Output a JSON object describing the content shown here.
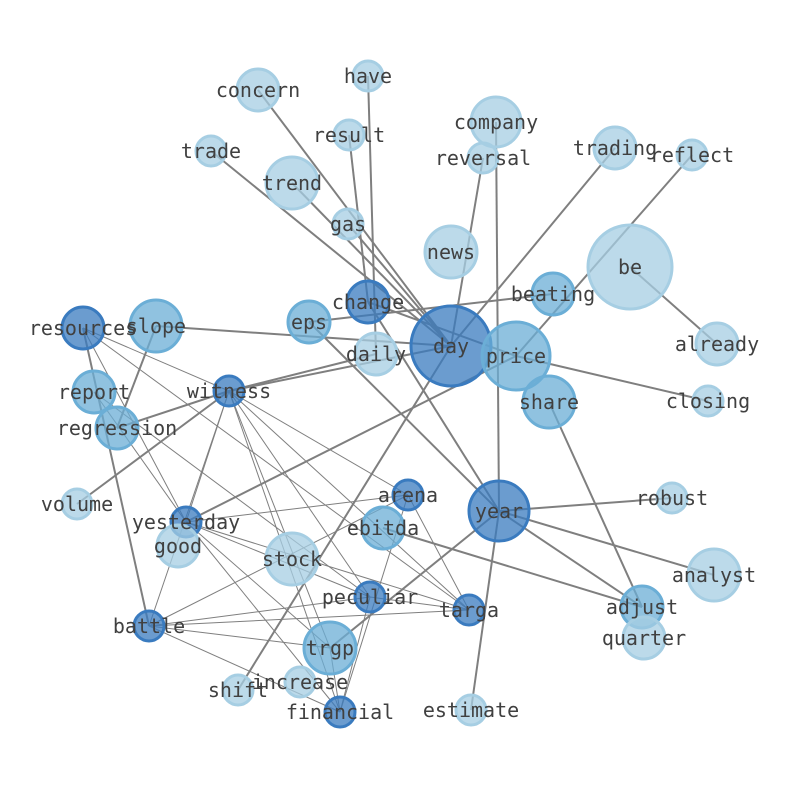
{
  "palette": {
    "light": "#a6cee3",
    "medium": "#6baed6",
    "dark": "#3a7bbf",
    "edge": "#7f7f7f",
    "label": "#404040"
  },
  "nodes": [
    {
      "id": "day",
      "label": "day",
      "shade": "dark"
    },
    {
      "id": "price",
      "label": "price",
      "shade": "medium"
    },
    {
      "id": "year",
      "label": "year",
      "shade": "dark"
    },
    {
      "id": "be",
      "label": "be",
      "shade": "light"
    },
    {
      "id": "news",
      "label": "news",
      "shade": "light"
    },
    {
      "id": "company",
      "label": "company",
      "shade": "light"
    },
    {
      "id": "trend",
      "label": "trend",
      "shade": "light"
    },
    {
      "id": "concern",
      "label": "concern",
      "shade": "light"
    },
    {
      "id": "have",
      "label": "have",
      "shade": "light"
    },
    {
      "id": "result",
      "label": "result",
      "shade": "light"
    },
    {
      "id": "trade",
      "label": "trade",
      "shade": "light"
    },
    {
      "id": "reversal",
      "label": "reversal",
      "shade": "light"
    },
    {
      "id": "trading",
      "label": "trading",
      "shade": "light"
    },
    {
      "id": "reflect",
      "label": "reflect",
      "shade": "light"
    },
    {
      "id": "gas",
      "label": "gas",
      "shade": "light"
    },
    {
      "id": "change",
      "label": "change",
      "shade": "dark"
    },
    {
      "id": "eps",
      "label": "eps",
      "shade": "medium"
    },
    {
      "id": "daily",
      "label": "daily",
      "shade": "light"
    },
    {
      "id": "beating",
      "label": "beating",
      "shade": "medium"
    },
    {
      "id": "already",
      "label": "already",
      "shade": "light"
    },
    {
      "id": "closing",
      "label": "closing",
      "shade": "light"
    },
    {
      "id": "share",
      "label": "share",
      "shade": "medium"
    },
    {
      "id": "resources",
      "label": "resources",
      "shade": "dark"
    },
    {
      "id": "slope",
      "label": "slope",
      "shade": "medium"
    },
    {
      "id": "report",
      "label": "report",
      "shade": "medium"
    },
    {
      "id": "witness",
      "label": "witness",
      "shade": "dark"
    },
    {
      "id": "regression",
      "label": "regression",
      "shade": "medium"
    },
    {
      "id": "volume",
      "label": "volume",
      "shade": "light"
    },
    {
      "id": "arena",
      "label": "arena",
      "shade": "dark"
    },
    {
      "id": "robust",
      "label": "robust",
      "shade": "light"
    },
    {
      "id": "yesterday",
      "label": "yesterday",
      "shade": "dark"
    },
    {
      "id": "ebitda",
      "label": "ebitda",
      "shade": "medium"
    },
    {
      "id": "good",
      "label": "good",
      "shade": "light"
    },
    {
      "id": "stock",
      "label": "stock",
      "shade": "light"
    },
    {
      "id": "analyst",
      "label": "analyst",
      "shade": "light"
    },
    {
      "id": "peculiar",
      "label": "peculiar",
      "shade": "dark"
    },
    {
      "id": "targa",
      "label": "targa",
      "shade": "dark"
    },
    {
      "id": "adjust",
      "label": "adjust",
      "shade": "medium"
    },
    {
      "id": "battle",
      "label": "battle",
      "shade": "dark"
    },
    {
      "id": "quarter",
      "label": "quarter",
      "shade": "light"
    },
    {
      "id": "trgp",
      "label": "trgp",
      "shade": "medium"
    },
    {
      "id": "increase",
      "label": "increase",
      "shade": "light"
    },
    {
      "id": "shift",
      "label": "shift",
      "shade": "light"
    },
    {
      "id": "financial",
      "label": "financial",
      "shade": "dark"
    },
    {
      "id": "estimate",
      "label": "estimate",
      "shade": "light"
    }
  ],
  "edges": [
    {
      "source": "day",
      "target": "concern",
      "weight": "thick"
    },
    {
      "source": "day",
      "target": "trade",
      "weight": "thick"
    },
    {
      "source": "day",
      "target": "trend",
      "weight": "thick"
    },
    {
      "source": "day",
      "target": "gas",
      "weight": "thick"
    },
    {
      "source": "day",
      "target": "reversal",
      "weight": "thick"
    },
    {
      "source": "day",
      "target": "slope",
      "weight": "thick"
    },
    {
      "source": "day",
      "target": "witness",
      "weight": "thick"
    },
    {
      "source": "day",
      "target": "shift",
      "weight": "thick"
    },
    {
      "source": "day",
      "target": "trading",
      "weight": "thick"
    },
    {
      "source": "price",
      "target": "change",
      "weight": "thick"
    },
    {
      "source": "price",
      "target": "closing",
      "weight": "thick"
    },
    {
      "source": "price",
      "target": "reflect",
      "weight": "thick"
    },
    {
      "source": "price",
      "target": "yesterday",
      "weight": "thick"
    },
    {
      "source": "year",
      "target": "eps",
      "weight": "thick"
    },
    {
      "source": "year",
      "target": "change",
      "weight": "thick"
    },
    {
      "source": "year",
      "target": "company",
      "weight": "thick"
    },
    {
      "source": "year",
      "target": "robust",
      "weight": "thick"
    },
    {
      "source": "year",
      "target": "analyst",
      "weight": "thick"
    },
    {
      "source": "year",
      "target": "adjust",
      "weight": "thick"
    },
    {
      "source": "year",
      "target": "trgp",
      "weight": "thick"
    },
    {
      "source": "year",
      "target": "estimate",
      "weight": "thick"
    },
    {
      "source": "be",
      "target": "already",
      "weight": "thick"
    },
    {
      "source": "have",
      "target": "daily",
      "weight": "thick"
    },
    {
      "source": "result",
      "target": "change",
      "weight": "thick"
    },
    {
      "source": "beating",
      "target": "eps",
      "weight": "thick"
    },
    {
      "source": "share",
      "target": "adjust",
      "weight": "thick"
    },
    {
      "source": "ebitda",
      "target": "adjust",
      "weight": "thick"
    },
    {
      "source": "resources",
      "target": "battle",
      "weight": "thick"
    },
    {
      "source": "regression",
      "target": "witness",
      "weight": "thick"
    },
    {
      "source": "regression",
      "target": "slope",
      "weight": "thick"
    },
    {
      "source": "volume",
      "target": "witness",
      "weight": "thick"
    },
    {
      "source": "witness",
      "target": "daily",
      "weight": "thick"
    },
    {
      "source": "resources",
      "target": "witness",
      "weight": "thin"
    },
    {
      "source": "resources",
      "target": "yesterday",
      "weight": "thin"
    },
    {
      "source": "resources",
      "target": "targa",
      "weight": "thin"
    },
    {
      "source": "report",
      "target": "yesterday",
      "weight": "thin"
    },
    {
      "source": "report",
      "target": "peculiar",
      "weight": "thin"
    },
    {
      "source": "witness",
      "target": "yesterday",
      "weight": "thin"
    },
    {
      "source": "witness",
      "target": "arena",
      "weight": "thin"
    },
    {
      "source": "witness",
      "target": "peculiar",
      "weight": "thin"
    },
    {
      "source": "witness",
      "target": "targa",
      "weight": "thin"
    },
    {
      "source": "witness",
      "target": "trgp",
      "weight": "thin"
    },
    {
      "source": "witness",
      "target": "financial",
      "weight": "thin"
    },
    {
      "source": "witness",
      "target": "battle",
      "weight": "thin"
    },
    {
      "source": "yesterday",
      "target": "arena",
      "weight": "thin"
    },
    {
      "source": "yesterday",
      "target": "peculiar",
      "weight": "thin"
    },
    {
      "source": "yesterday",
      "target": "targa",
      "weight": "thin"
    },
    {
      "source": "yesterday",
      "target": "trgp",
      "weight": "thin"
    },
    {
      "source": "yesterday",
      "target": "financial",
      "weight": "thin"
    },
    {
      "source": "arena",
      "target": "battle",
      "weight": "thin"
    },
    {
      "source": "arena",
      "target": "financial",
      "weight": "thin"
    },
    {
      "source": "arena",
      "target": "targa",
      "weight": "thin"
    },
    {
      "source": "peculiar",
      "target": "battle",
      "weight": "thin"
    },
    {
      "source": "peculiar",
      "target": "targa",
      "weight": "thin"
    },
    {
      "source": "peculiar",
      "target": "financial",
      "weight": "thin"
    },
    {
      "source": "battle",
      "target": "targa",
      "weight": "thin"
    },
    {
      "source": "battle",
      "target": "trgp",
      "weight": "thin"
    },
    {
      "source": "battle",
      "target": "financial",
      "weight": "thin"
    },
    {
      "source": "trgp",
      "target": "financial",
      "weight": "thin"
    }
  ]
}
